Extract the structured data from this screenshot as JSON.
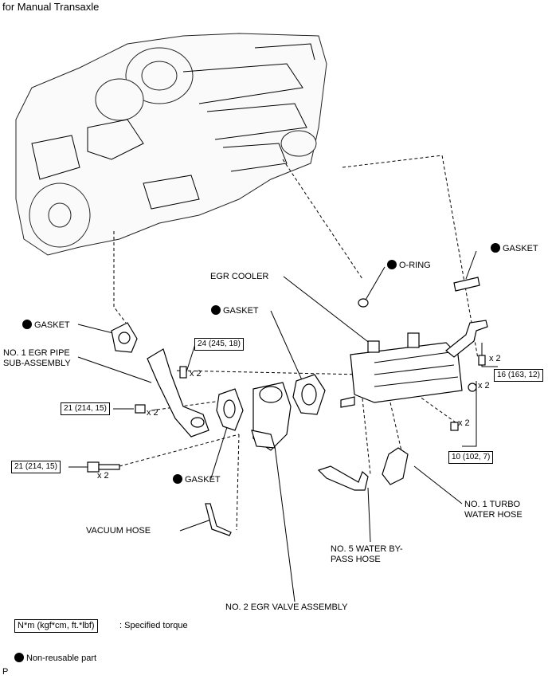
{
  "title": "for Manual Transaxle",
  "labels": {
    "o_ring": "O-RING",
    "gasket_top_right": "GASKET",
    "egr_cooler": "EGR COOLER",
    "gasket_mid": "GASKET",
    "gasket_left": "GASKET",
    "egr_pipe": "NO. 1 EGR PIPE\nSUB-ASSEMBLY",
    "gasket_lower": "GASKET",
    "vacuum_hose": "VACUUM HOSE",
    "turbo_hose": "NO. 1 TURBO\nWATER HOSE",
    "bypass_hose": "NO. 5 WATER BY-\nPASS HOSE",
    "egr_valve": "NO. 2 EGR VALVE ASSEMBLY"
  },
  "torques": {
    "t1": "24 (245, 18)",
    "t2": "21 (214, 15)",
    "t3": "21 (214, 15)",
    "t4": "16 (163, 12)",
    "t5": "10 (102, 7)"
  },
  "quantities": {
    "q1": "x 2",
    "q2": "x 2",
    "q3": "x 2",
    "q4": "x 2",
    "q5": "x 2",
    "q6": "x 2"
  },
  "legend": {
    "torque_box": "N*m (kgf*cm, ft.*lbf)",
    "torque_text": ": Specified torque",
    "nonreusable": "Non-reusable part"
  },
  "footer_code": "P"
}
